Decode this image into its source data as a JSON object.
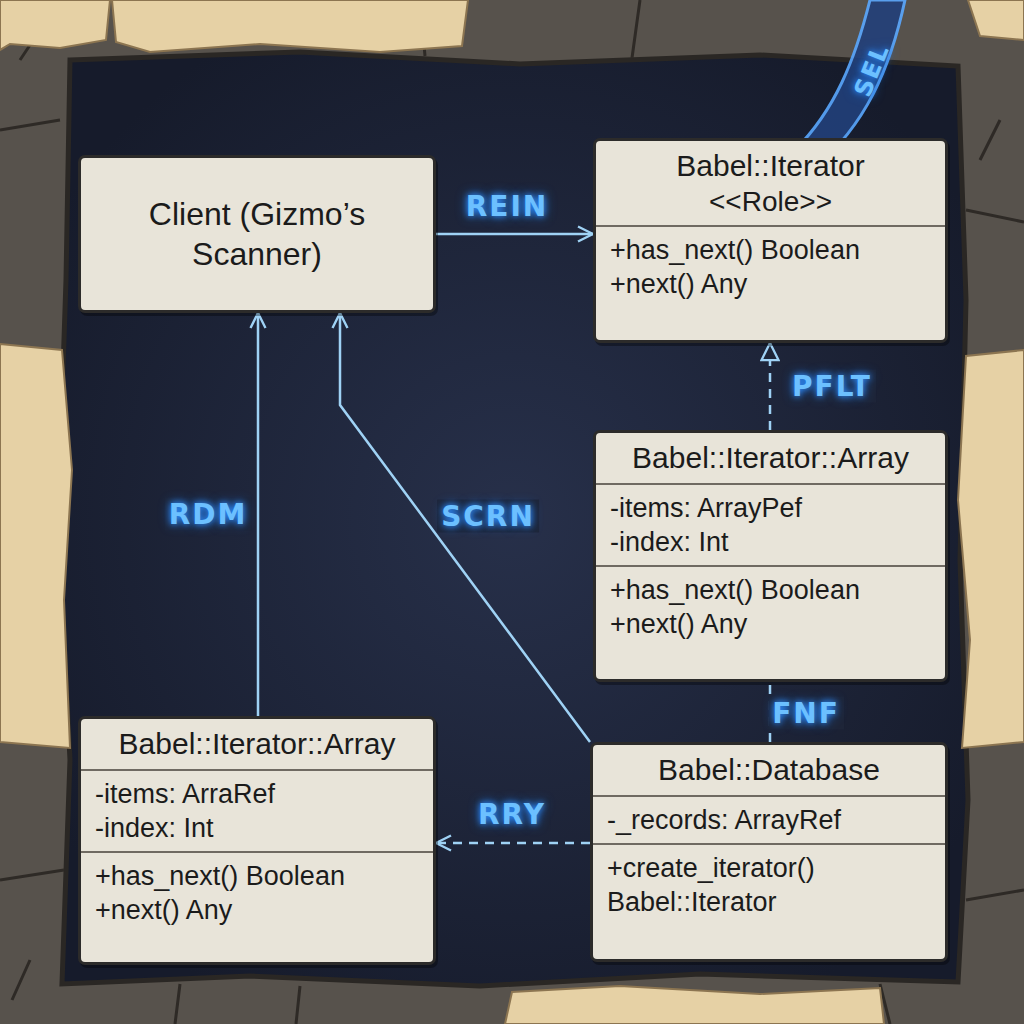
{
  "diagram": {
    "nodes": [
      {
        "text": [
          "Client (Gizmo’s Scanner)"
        ]
      },
      {
        "text": [
          "Babel::Iterator",
          "<<Role>>",
          "+has_next() Boolean",
          "+next() Any"
        ]
      },
      {
        "text": [
          "Babel::Iterator::Array",
          "-items: ArrayPef",
          "-index: Int",
          "+has_next() Boolean",
          "+next() Any"
        ]
      },
      {
        "text": [
          "Babel::Iterator::Array",
          "-items: ArraRef",
          "-index: Int",
          "+has_next() Boolean",
          "+next() Any"
        ]
      },
      {
        "text": [
          "Babel::Database",
          "-_records: ArrayRef",
          "+create_iterator() Babel::Iterator"
        ]
      }
    ],
    "edges": [
      {
        "from": 0,
        "to": 1,
        "label": "REIN",
        "arrow": "to"
      },
      {
        "from": 2,
        "to": 1,
        "label": "PFLT",
        "arrow": "to"
      },
      {
        "from": 4,
        "to": 2,
        "label": "FNF",
        "arrow": "none"
      },
      {
        "from": 4,
        "to": 3,
        "label": "RRY",
        "arrow": "to"
      },
      {
        "from": 3,
        "to": 0,
        "label": "RDM",
        "arrow": "to"
      },
      {
        "from": 4,
        "to": 0,
        "label": "SCRN",
        "arrow": "to"
      }
    ],
    "labels": [
      "SEL"
    ]
  }
}
